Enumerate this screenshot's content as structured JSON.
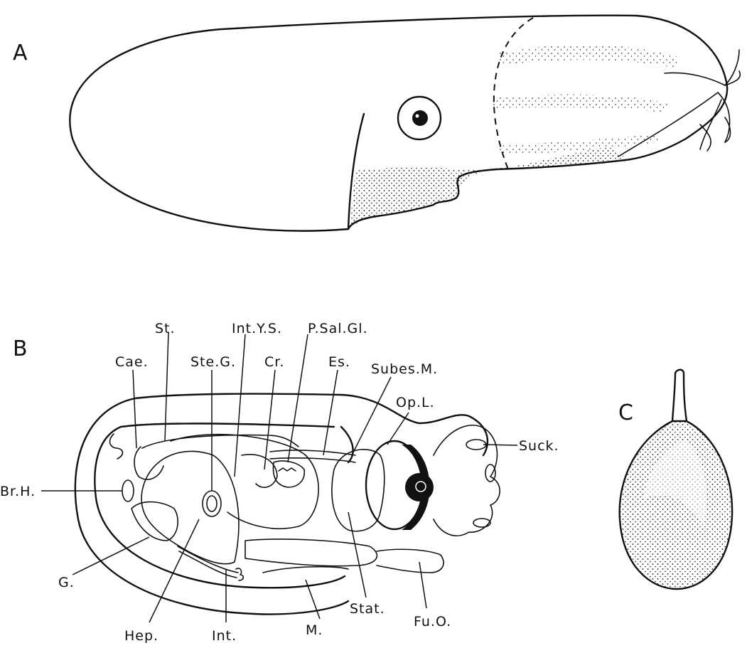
{
  "panels": {
    "a": "A",
    "b": "B",
    "c": "C"
  },
  "labels": {
    "st": "St.",
    "int_ys": "Int.Y.S.",
    "p_sal_gl": "P.Sal.Gl.",
    "cae": "Cae.",
    "ste_g": "Ste.G.",
    "cr": "Cr.",
    "es": "Es.",
    "subes_m": "Subes.M.",
    "op_l": "Op.L.",
    "suck": "Suck.",
    "br_h": "Br.H.",
    "g": "G.",
    "hep": "Hep.",
    "int": "Int.",
    "m": "M.",
    "stat": "Stat.",
    "fu_o": "Fu.O."
  }
}
